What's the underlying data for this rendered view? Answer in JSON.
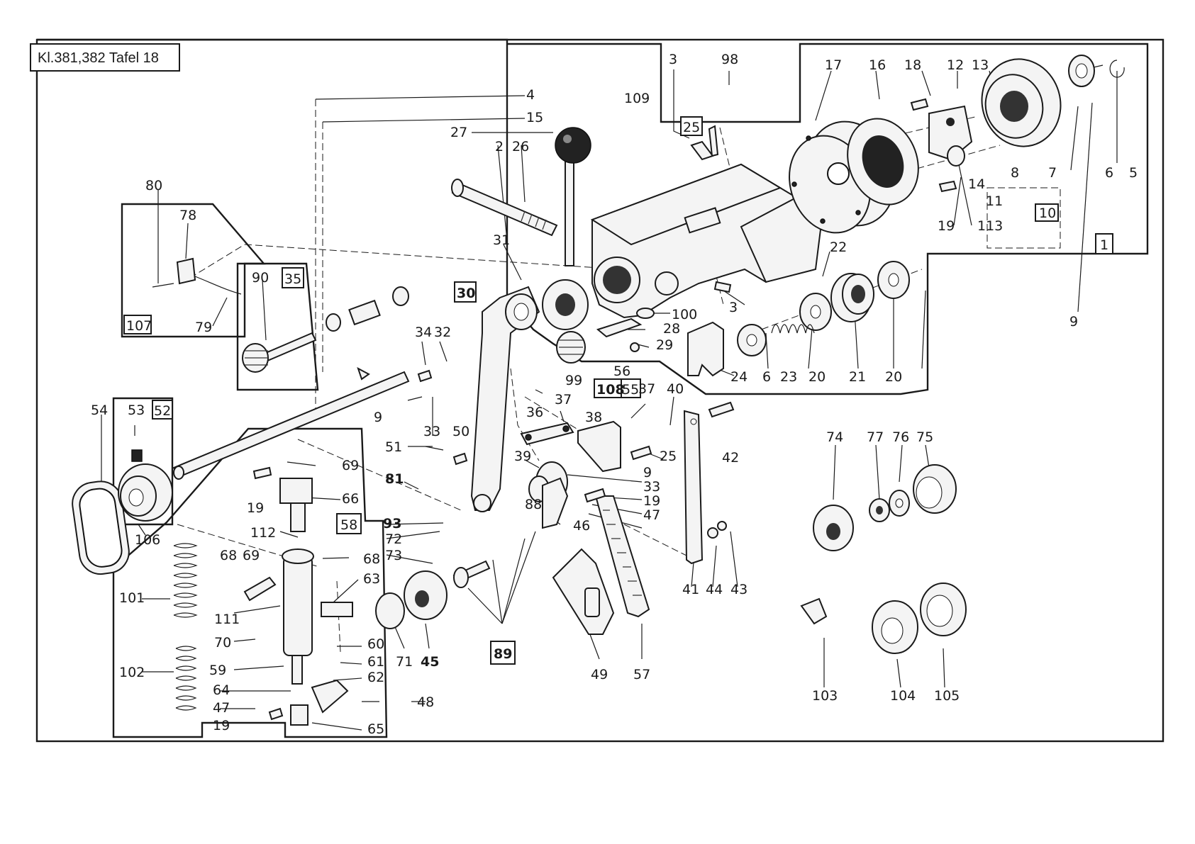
{
  "title": "Kl.381,382 Tafel 18",
  "boxed_labels": {
    "b1": "1",
    "b10": "10",
    "b30": "30",
    "b35": "35",
    "b52": "52",
    "b55": "55",
    "b58": "58",
    "b89": "89",
    "b107": "107",
    "b108": "108",
    "b25": "25"
  },
  "labels": {
    "l2": "2",
    "l3a": "3",
    "l3b": "3",
    "l4": "4",
    "l5": "5",
    "l6a": "6",
    "l6b": "6",
    "l7": "7",
    "l8": "8",
    "l9a": "9",
    "l9b": "9",
    "l9c": "9",
    "l11": "11",
    "l12": "12",
    "l13": "13",
    "l14": "14",
    "l15": "15",
    "l16": "16",
    "l17": "17",
    "l18": "18",
    "l19a": "19",
    "l19b": "19",
    "l19c": "19",
    "l19d": "19",
    "l20a": "20",
    "l20b": "20",
    "l21": "21",
    "l22": "22",
    "l23": "23",
    "l24": "24",
    "l25b": "25",
    "l26": "26",
    "l27": "27",
    "l28": "28",
    "l29": "29",
    "l31": "31",
    "l32": "32",
    "l33a": "33",
    "l33b": "33",
    "l34": "34",
    "l36": "36",
    "l37a": "37",
    "l37b": "37",
    "l38": "38",
    "l39": "39",
    "l40": "40",
    "l41": "41",
    "l42": "42",
    "l43": "43",
    "l44": "44",
    "l45": "45",
    "l46": "46",
    "l47a": "47",
    "l47b": "47",
    "l48": "48",
    "l49": "49",
    "l50": "50",
    "l51": "51",
    "l53": "53",
    "l54": "54",
    "l56": "56",
    "l57": "57",
    "l59": "59",
    "l60": "60",
    "l61": "61",
    "l62": "62",
    "l63": "63",
    "l64": "64",
    "l65": "65",
    "l66": "66",
    "l68a": "68",
    "l68b": "68",
    "l69a": "69",
    "l69b": "69",
    "l70": "70",
    "l71": "71",
    "l72": "72",
    "l73": "73",
    "l74": "74",
    "l75": "75",
    "l76": "76",
    "l77": "77",
    "l78": "78",
    "l79": "79",
    "l80": "80",
    "l81": "81",
    "l88": "88",
    "l90": "90",
    "l93": "93",
    "l98": "98",
    "l99": "99",
    "l100": "100",
    "l101": "101",
    "l102": "102",
    "l103": "103",
    "l104": "104",
    "l105": "105",
    "l106": "106",
    "l109": "109",
    "l111": "111",
    "l112": "112",
    "l113": "113"
  },
  "icons": {
    "knob": "ball-knob-lever-icon",
    "housing": "gear-housing-icon",
    "belt": "toothed-belt-icon",
    "spring": "coil-spring-icon",
    "gear": "spur-gear-icon",
    "screw": "screw-icon"
  }
}
